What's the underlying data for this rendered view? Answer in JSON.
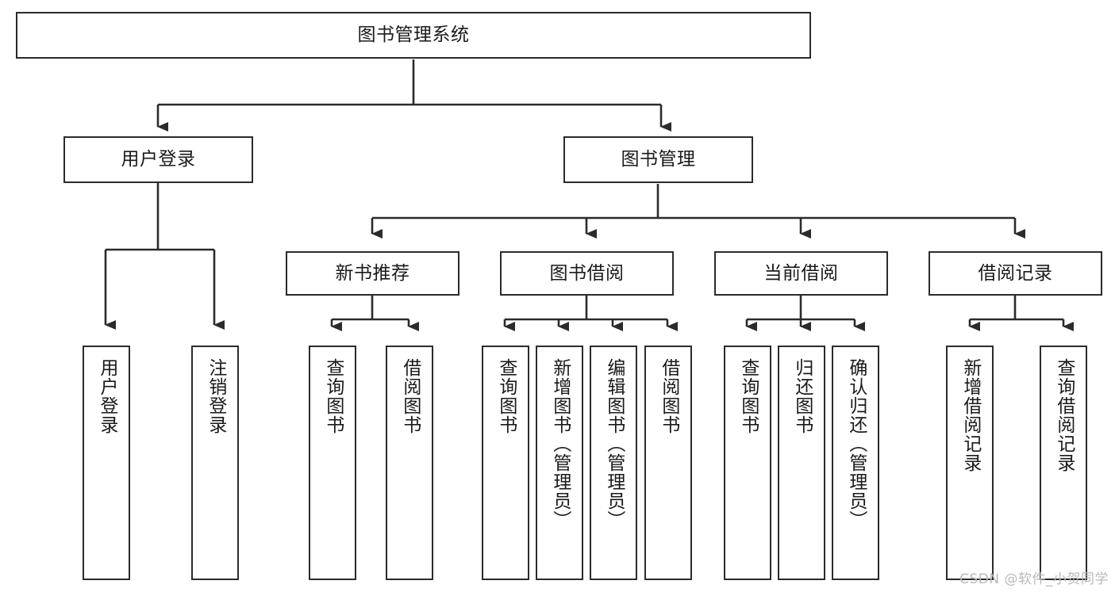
{
  "diagram": {
    "title": "图书管理系统",
    "type": "hierarchy-tree",
    "watermark": "CSDN @软件_小贺同学",
    "colors": {
      "background": "#ffffff",
      "box_border": "#2b2b2b",
      "box_fill": "#ffffff",
      "connector": "#2b2b2b",
      "text": "#1a1a1a",
      "watermark": "#b9b9b9"
    },
    "nodes": {
      "root": {
        "label": "图书管理系统",
        "level": 1
      },
      "level2": [
        {
          "id": "user-login",
          "label": "用户登录"
        },
        {
          "id": "book-manage",
          "label": "图书管理"
        }
      ],
      "level3": [
        {
          "id": "new-book-recommend",
          "label": "新书推荐"
        },
        {
          "id": "book-borrow",
          "label": "图书借阅"
        },
        {
          "id": "current-borrow",
          "label": "当前借阅"
        },
        {
          "id": "borrow-record",
          "label": "借阅记录"
        }
      ],
      "leaves": [
        {
          "id": "leaf-user-login",
          "label": "用户登录",
          "parent": "user-login"
        },
        {
          "id": "leaf-user-logout",
          "label": "注销登录",
          "parent": "user-login"
        },
        {
          "id": "leaf-query-book-1",
          "label": "查询图书",
          "parent": "new-book-recommend"
        },
        {
          "id": "leaf-borrow-book-1",
          "label": "借阅图书",
          "parent": "new-book-recommend"
        },
        {
          "id": "leaf-query-book-2",
          "label": "查询图书",
          "parent": "book-borrow"
        },
        {
          "id": "leaf-add-book",
          "label": "新增图书（管理员）",
          "parent": "book-borrow"
        },
        {
          "id": "leaf-edit-book",
          "label": "编辑图书（管理员）",
          "parent": "book-borrow"
        },
        {
          "id": "leaf-borrow-book-2",
          "label": "借阅图书",
          "parent": "book-borrow"
        },
        {
          "id": "leaf-query-book-3",
          "label": "查询图书",
          "parent": "current-borrow"
        },
        {
          "id": "leaf-return-book",
          "label": "归还图书",
          "parent": "current-borrow"
        },
        {
          "id": "leaf-confirm-return",
          "label": "确认归还（管理员）",
          "parent": "current-borrow"
        },
        {
          "id": "leaf-add-record",
          "label": "新增借阅记录",
          "parent": "borrow-record"
        },
        {
          "id": "leaf-query-record",
          "label": "查询借阅记录",
          "parent": "borrow-record"
        }
      ]
    }
  }
}
